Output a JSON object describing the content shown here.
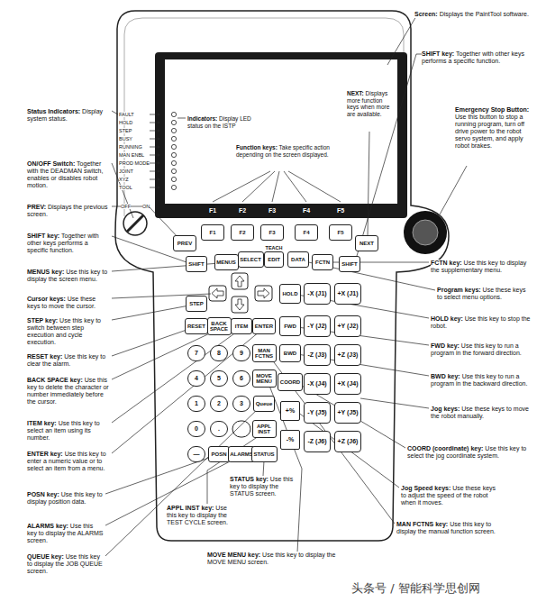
{
  "diagram": {
    "nodes": [
      {
        "text": [
          "PREV"
        ]
      },
      {
        "text": [
          "F1"
        ]
      },
      {
        "text": [
          "F2"
        ]
      },
      {
        "text": [
          "F3"
        ]
      },
      {
        "text": [
          "F4"
        ]
      },
      {
        "text": [
          "F5"
        ]
      },
      {
        "text": [
          "NEXT"
        ]
      },
      {
        "text": [
          "SHIFT"
        ]
      },
      {
        "text": [
          "MENUS"
        ]
      },
      {
        "text": [
          "SELECT"
        ]
      },
      {
        "text": [
          "EDIT"
        ]
      },
      {
        "text": [
          "DATA"
        ]
      },
      {
        "text": [
          "FCTN"
        ]
      },
      {
        "text": [
          "SHIFT"
        ]
      },
      {
        "text": [
          "STEP"
        ]
      },
      {
        "text": [
          "HOLD"
        ]
      },
      {
        "text": [
          "-X (J1)"
        ]
      },
      {
        "text": [
          "+X (J1)"
        ]
      },
      {
        "text": [
          "RESET"
        ]
      },
      {
        "text": [
          "BACK SPACE"
        ]
      },
      {
        "text": [
          "ITEM"
        ]
      },
      {
        "text": [
          "ENTER"
        ]
      },
      {
        "text": [
          "FWD"
        ]
      },
      {
        "text": [
          "-Y (J2)"
        ]
      },
      {
        "text": [
          "+Y (J2)"
        ]
      },
      {
        "text": [
          "7"
        ]
      },
      {
        "text": [
          "8"
        ]
      },
      {
        "text": [
          "9"
        ]
      },
      {
        "text": [
          "MAN FCTNS"
        ]
      },
      {
        "text": [
          "BWD"
        ]
      },
      {
        "text": [
          "-Z (J3)"
        ]
      },
      {
        "text": [
          "+Z (J3)"
        ]
      },
      {
        "text": [
          "4"
        ]
      },
      {
        "text": [
          "5"
        ]
      },
      {
        "text": [
          "6"
        ]
      },
      {
        "text": [
          "MOVE MENU"
        ]
      },
      {
        "text": [
          "COORD"
        ]
      },
      {
        "text": [
          "-X (J4)"
        ]
      },
      {
        "text": [
          "+X (J4)"
        ]
      },
      {
        "text": [
          "1"
        ]
      },
      {
        "text": [
          "2"
        ]
      },
      {
        "text": [
          "3"
        ]
      },
      {
        "text": [
          "Queue"
        ]
      },
      {
        "text": [
          "+%"
        ]
      },
      {
        "text": [
          "-Y (J5)"
        ]
      },
      {
        "text": [
          "+Y (J5)"
        ]
      },
      {
        "text": [
          "0"
        ]
      },
      {
        "text": [
          "."
        ]
      },
      {
        "text": [
          "APPL INST"
        ]
      },
      {
        "text": [
          "-%"
        ]
      },
      {
        "text": [
          "-Z (J6)"
        ]
      },
      {
        "text": [
          "+Z (J6)"
        ]
      },
      {
        "text": [
          "—"
        ]
      },
      {
        "text": [
          "POSN"
        ]
      },
      {
        "text": [
          "ALARMS"
        ]
      },
      {
        "text": [
          "STATUS"
        ]
      }
    ],
    "labels": [
      "Screen: Displays the PaintTool software.",
      "SHIFT key: Together with other keys performs a specific function.",
      "NEXT: Displays more function keys when more are available.",
      "Emergency Stop Button: Use this button to stop a running program, turn off drive power to the robot servo system, and apply robot brakes.",
      "Indicators: Display LED status on the ISTP",
      "Function keys: Take specific action depending on the screen displayed.",
      "Status Indicators: Display system status.",
      "FAULT",
      "HOLD",
      "STEP",
      "BUSY",
      "RUNNING",
      "MAN ENBL",
      "PROD MODE",
      "JOINT",
      "XYZ",
      "TOOL",
      "OFF",
      "ON",
      "ON/OFF Switch: Together with the DEADMAN switch, enables or disables robot motion.",
      "PREV: Displays the previous screen.",
      "SHIFT key: Together with other keys performs a specific function.",
      "F1",
      "F2",
      "F3",
      "F4",
      "F5",
      "TEACH",
      "MENUS key: Use this key to display the screen menu.",
      "FCTN key: Use this key to display the supplementary menu.",
      "Cursor keys: Use these keys to move the cursor.",
      "Program keys: Use these keys to select menu options.",
      "STEP key: Use this key to switch between step execution and cycle execution.",
      "HOLD key: Use this key to stop the robot.",
      "RESET key: Use this key to clear the alarm.",
      "FWD key: Use this key to run a program in the forward direction.",
      "BACK SPACE key: Use this key to delete the character or number immediately before the cursor.",
      "BWD key: Use this key to run a program in the backward direction.",
      "Jog keys: Use these keys to move the robot manually.",
      "ITEM key: Use this key to select an item using its number.",
      "COORD (coordinate) key: Use this key to select the jog coordinate system.",
      "ENTER key: Use this key to enter a numeric value or to select an item from a menu.",
      "Jog Speed keys: Use these keys to adjust the speed of the robot when it moves.",
      "STATUS key: Use this key to display the STATUS screen.",
      "POSN key: Use this key to display position data.",
      "APPL INST key: Use this key to display the TEST CYCLE screen.",
      "MAN FCTNS key: Use this key to display the manual function screen.",
      "ALARMS key: Use this key to display the ALARMS screen.",
      "MOVE MENU key: Use this key to display the MOVE MENU screen.",
      "QUEUE key: Use this key to display the JOB QUEUE screen.",
      "头条号 / 智能科学思创网"
    ]
  }
}
